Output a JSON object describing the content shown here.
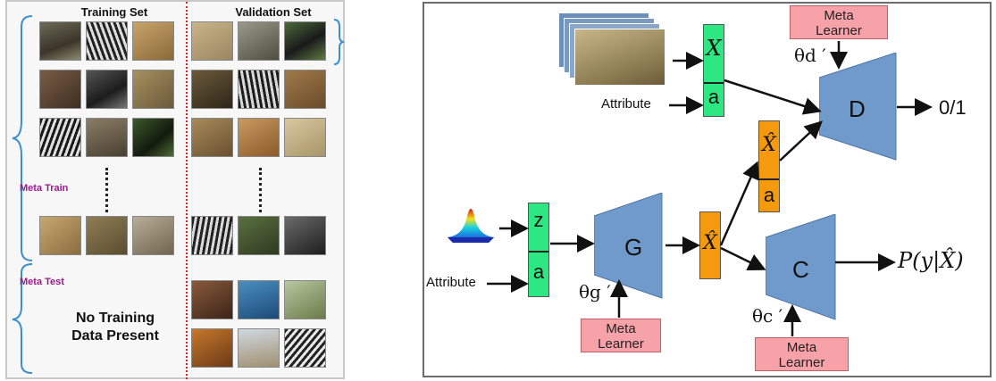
{
  "left": {
    "training_set_label": "Training Set",
    "validation_set_label": "Validation Set",
    "meta_train_label": "Meta Train",
    "meta_test_label": "Meta Test",
    "no_data_line1": "No Training",
    "no_data_line2": "Data Present"
  },
  "right": {
    "x_label": "X",
    "a_label": "a",
    "z_label": "z",
    "xhat_label": "X̂",
    "attribute_label": "Attribute",
    "d_label": "D",
    "g_label": "G",
    "c_label": "C",
    "output_label": "0/1",
    "meta_learner_line1": "Meta",
    "meta_learner_line2": "Learner",
    "theta_d": "θd ′",
    "theta_g": "θg ′",
    "theta_c": "θc ′",
    "prob_label": "P(y|X̂)"
  },
  "colors": {
    "green_slab": "#2de882",
    "orange_slab": "#f59a0d",
    "network_blue": "#6f9acb",
    "meta_pink": "#f7a2a8",
    "meta_text": "#9b1a8a",
    "separator_red": "#d22222"
  }
}
